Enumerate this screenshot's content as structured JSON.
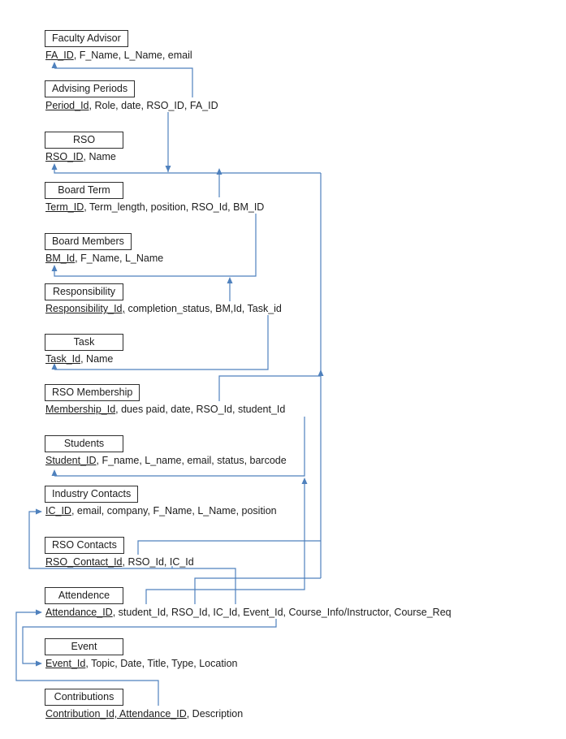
{
  "diagram": {
    "kind": "entity-relationship-diagram",
    "colors": {
      "connector": "#4f81bd",
      "box_border": "#2e2e2e",
      "text": "#1c1c1c",
      "background": "#ffffff"
    },
    "entities": [
      {
        "title": "Faculty Advisor",
        "key": "FA_ID",
        "rest": ", F_Name, L_Name, email"
      },
      {
        "title": "Advising Periods",
        "key": "Period_Id",
        "rest": ", Role, date, RSO_ID, FA_ID"
      },
      {
        "title": "RSO",
        "key": "RSO_ID",
        "rest": ", Name"
      },
      {
        "title": "Board Term",
        "key": "Term_ID",
        "rest": ", Term_length, position, RSO_Id, BM_ID"
      },
      {
        "title": "Board Members",
        "key": "BM_Id",
        "rest": ",  F_Name, L_Name"
      },
      {
        "title": "Responsibility",
        "key": "Responsibility_Id,",
        "rest": " completion_status, BM,Id, Task_id"
      },
      {
        "title": "Task",
        "key": "Task_Id",
        "rest": ", Name"
      },
      {
        "title": "RSO Membership",
        "key": "Membership_Id",
        "rest": ", dues paid, date, RSO_Id, student_Id"
      },
      {
        "title": "Students",
        "key": "Student_ID",
        "rest": ", F_name, L_name, email, status, barcode"
      },
      {
        "title": "Industry Contacts",
        "key": "IC_ID",
        "rest": ", email, company, F_Name, L_Name, position"
      },
      {
        "title": "RSO Contacts",
        "key": "RSO_Contact_Id",
        "rest": ", RSO_Id, IC_Id"
      },
      {
        "title": "Attendence",
        "key": "Attendance_ID",
        "rest": ", student_Id, RSO_Id, IC_Id, Event_Id, Course_Info/Instructor, Course_Req"
      },
      {
        "title": "Event",
        "key": "Event_Id",
        "rest": ", Topic, Date, Title, Type, Location"
      },
      {
        "title": "Contributions",
        "key": "Contribution_Id, Attendance_ID",
        "rest": ", Description"
      }
    ],
    "relationships": [
      {
        "from": "Advising Periods.FA_ID",
        "to": "Faculty Advisor.FA_ID"
      },
      {
        "from": "Advising Periods.RSO_ID",
        "to": "RSO.RSO_ID"
      },
      {
        "from": "Board Term.RSO_Id",
        "to": "RSO.RSO_ID"
      },
      {
        "from": "Board Term.BM_ID",
        "to": "Board Members.BM_Id"
      },
      {
        "from": "Responsibility.BM_Id",
        "to": "Board Members.BM_Id"
      },
      {
        "from": "Responsibility.Task_id",
        "to": "Task.Task_Id"
      },
      {
        "from": "RSO Membership.RSO_Id",
        "to": "RSO.RSO_ID"
      },
      {
        "from": "RSO Membership.student_Id",
        "to": "Students.Student_ID"
      },
      {
        "from": "Attendence.student_Id",
        "to": "Students.Student_ID"
      },
      {
        "from": "Attendence.RSO_Id",
        "to": "RSO.RSO_ID"
      },
      {
        "from": "RSO Contacts.RSO_Id",
        "to": "RSO.RSO_ID"
      },
      {
        "from": "RSO Contacts.IC_Id",
        "to": "Industry Contacts.IC_ID"
      },
      {
        "from": "Attendence.IC_Id",
        "to": "Industry Contacts.IC_ID"
      },
      {
        "from": "Attendence.Event_Id",
        "to": "Event.Event_Id"
      },
      {
        "from": "Contributions.Attendance_ID",
        "to": "Attendence.Attendance_ID"
      }
    ]
  }
}
